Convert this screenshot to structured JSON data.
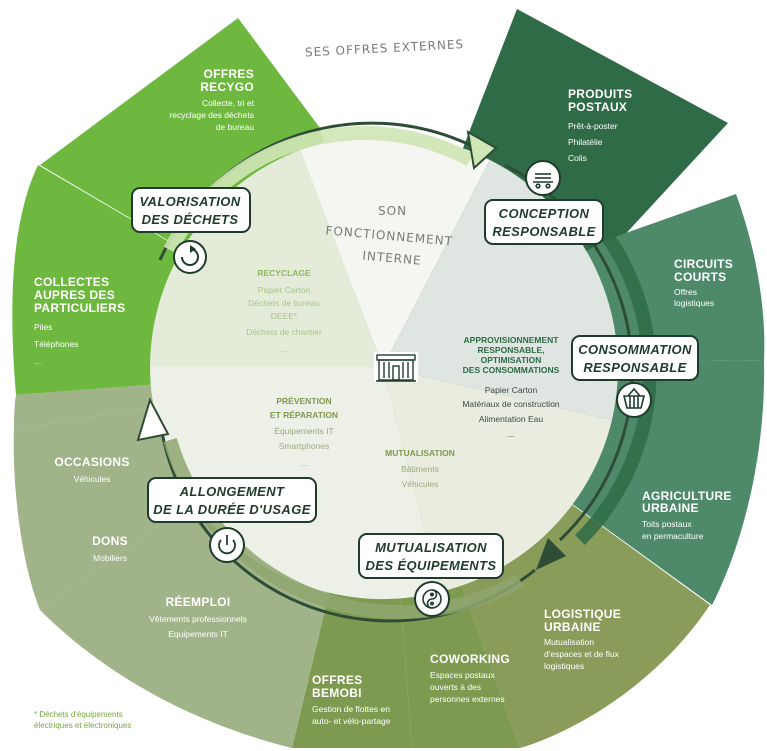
{
  "header": {
    "external": "SES OFFRES EXTERNES"
  },
  "center": {
    "internal_line1": "SON",
    "internal_line2": "FONCTIONNEMENT",
    "internal_line3": "INTERNE"
  },
  "outer": {
    "recygo": {
      "title1": "OFFRES",
      "title2": "RECYGO",
      "body1": "Collecte, tri et",
      "body2": "recyclage des déchets",
      "body3": "de bureau"
    },
    "collectes": {
      "title1": "COLLECTES",
      "title2": "AUPRES DES",
      "title3": "PARTICULIERS",
      "item1": "Piles",
      "item2": "Téléphones",
      "item3": "..."
    },
    "produits": {
      "title1": "PRODUITS",
      "title2": "POSTAUX",
      "item1": "Prêt-à-poster",
      "item2": "Philatélie",
      "item3": "Colis"
    },
    "circuits": {
      "title1": "CIRCUITS",
      "title2": "COURTS",
      "body1": "Offres",
      "body2": "logistiques"
    },
    "agriculture": {
      "title1": "AGRICULTURE",
      "title2": "URBAINE",
      "body1": "Toits postaux",
      "body2": "en permaculture"
    },
    "logistique": {
      "title1": "LOGISTIQUE",
      "title2": "URBAINE",
      "body1": "Mutualisation",
      "body2": "d'espaces et de flux",
      "body3": "logistiques"
    },
    "coworking": {
      "title": "COWORKING",
      "body1": "Espaces postaux",
      "body2": "ouverts à des",
      "body3": "personnes externes"
    },
    "bemobi": {
      "title1": "OFFRES",
      "title2": "BEMOBI",
      "body1": "Gestion de flottes en",
      "body2": "auto- et vélo-partage"
    },
    "occasions": {
      "title": "OCCASIONS",
      "body": "Véhicules"
    },
    "dons": {
      "title": "DONS",
      "body": "Mobiliers"
    },
    "reemploi": {
      "title": "RÉEMPLOI",
      "body1": "Vêtements professionnels",
      "body2": "Equipements IT"
    }
  },
  "inner": {
    "recyclage": {
      "title": "RECYCLAGE",
      "line1": "Papier   Carton",
      "line2": "Déchets de bureau",
      "line3": "DEEE*",
      "line4": "Déchets de chantier",
      "line5": "..."
    },
    "appro": {
      "title1": "APPROVISIONNEMENT",
      "title2": "RESPONSABLE,",
      "title3": "OPTIMISATION",
      "title4": "DES CONSOMMATIONS",
      "line1": "Papier   Carton",
      "line2": "Matériaux de construction",
      "line3": "Alimentation   Eau",
      "line4": "..."
    },
    "prevention": {
      "title1": "PRÉVENTION",
      "title2": "ET RÉPARATION",
      "line1": "Équipements IT",
      "line2": "Smartphones",
      "line3": "..."
    },
    "mutualisation": {
      "title": "MUTUALISATION",
      "line1": "Bâtiments",
      "line2": "Véhicules"
    }
  },
  "labels": {
    "valorisation1": "VALORISATION",
    "valorisation2": "DES DÉCHETS",
    "conception1": "CONCEPTION",
    "conception2": "RESPONSABLE",
    "consommation1": "CONSOMMATION",
    "consommation2": "RESPONSABLE",
    "mutualisation1": "MUTUALISATION",
    "mutualisation2": "DES ÉQUIPEMENTS",
    "allongement1": "ALLONGEMENT",
    "allongement2": "DE LA DURÉE D'USAGE"
  },
  "footnote": {
    "line1": "* Déchets d'équipements",
    "line2": "électriques et électroniques"
  },
  "icons": {
    "center": "post-office-building-icon",
    "conception": "cart-icon",
    "consommation": "basket-icon",
    "mutualisation": "yin-yang-icon",
    "allongement": "power-icon",
    "valorisation": "recycle-arrow-icon"
  },
  "colors": {
    "bright_green": "#6fb840",
    "dark_green": "#2f6b46",
    "teal_green": "#4e8a6a",
    "olive": "#7e9a50",
    "sage": "#8fa670",
    "label_text": "#1f3b2b"
  }
}
